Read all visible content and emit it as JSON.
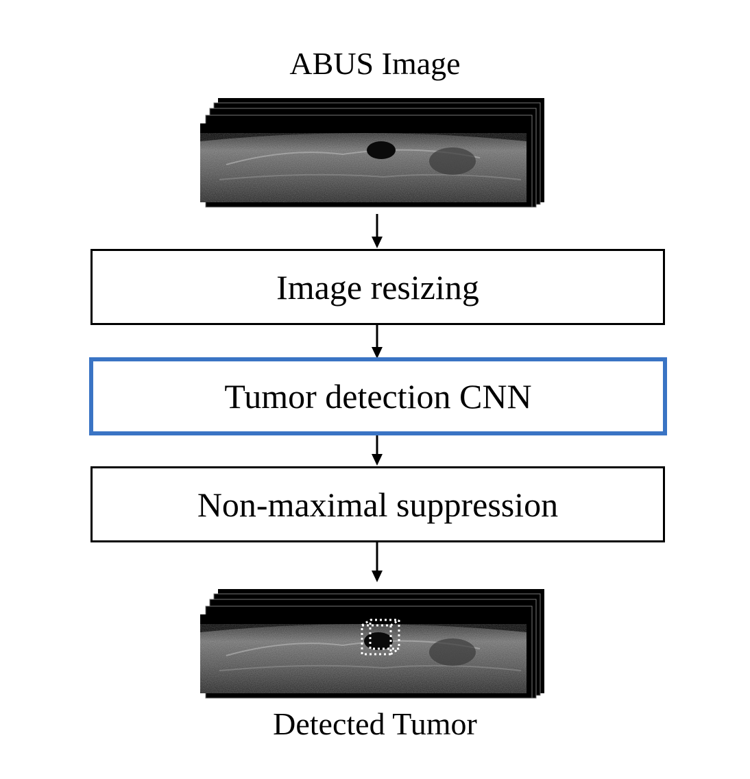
{
  "top_label": "ABUS Image",
  "steps": [
    {
      "label": "Image resizing",
      "style": "plain"
    },
    {
      "label": "Tumor detection CNN",
      "style": "highlight"
    },
    {
      "label": "Non-maximal suppression",
      "style": "plain"
    }
  ],
  "bottom_label": "Detected Tumor",
  "colors": {
    "highlight_border": "#3a74c4",
    "border": "#000000"
  }
}
